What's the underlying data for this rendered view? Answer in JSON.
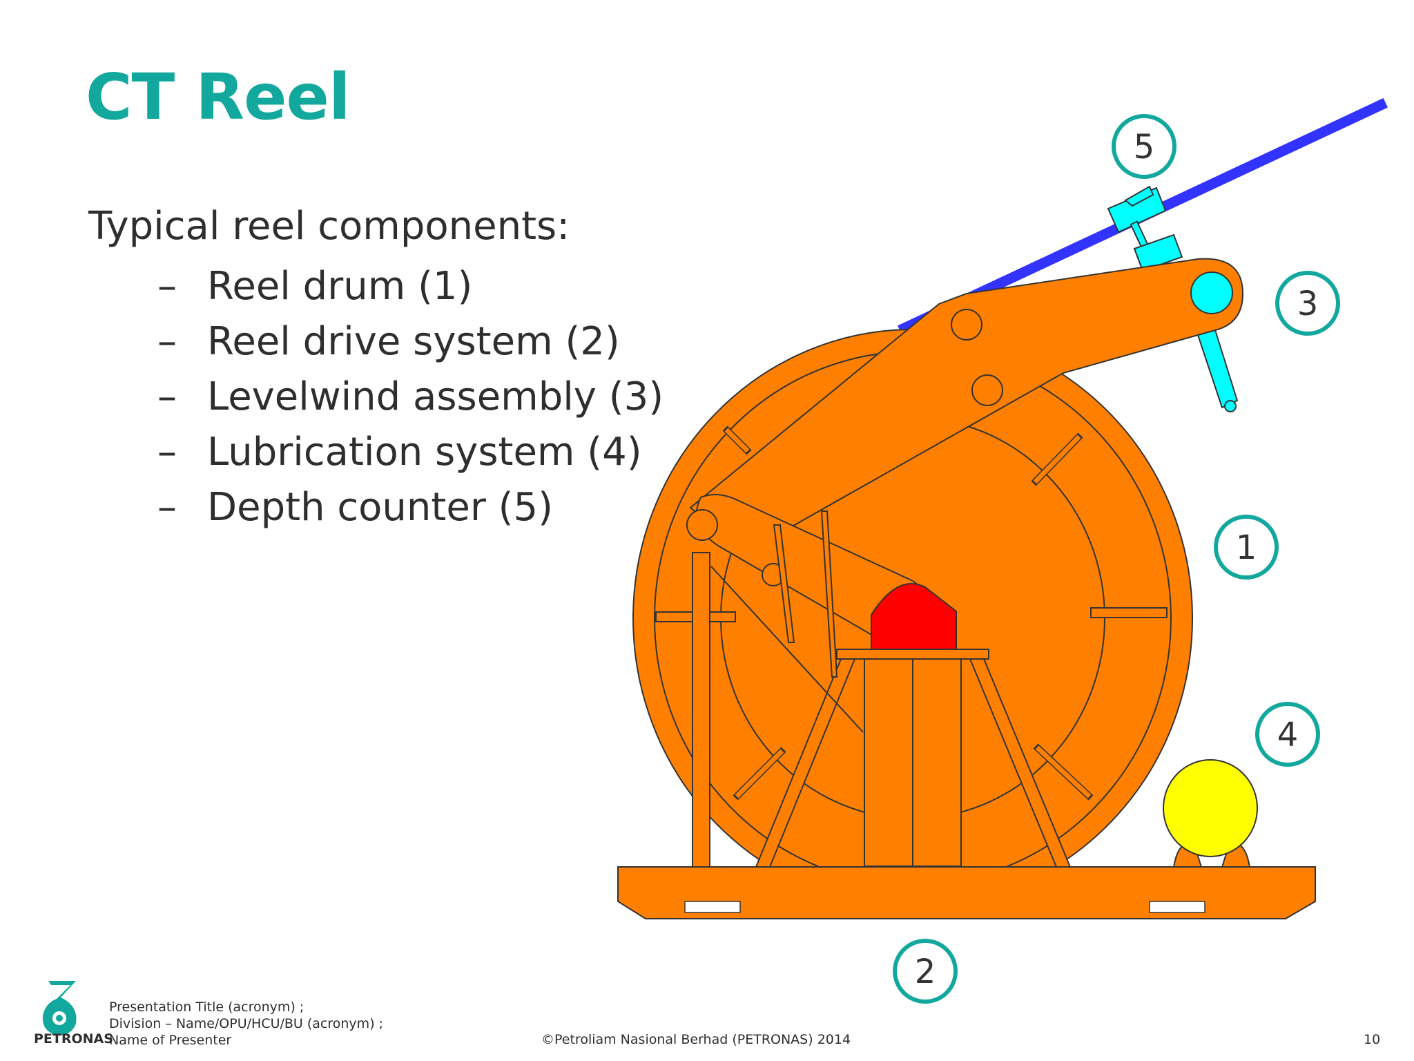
{
  "slide": {
    "title": "CT Reel",
    "intro": "Typical reel components:",
    "bullet_dash": "–",
    "bullets": [
      "Reel drum (1)",
      "Reel drive system (2)",
      "Levelwind assembly (3)",
      "Lubrication system (4)",
      "Depth counter (5)"
    ],
    "callouts": [
      "1",
      "2",
      "3",
      "4",
      "5"
    ]
  },
  "footer": {
    "logo_text": "PETRONAS",
    "presentation_line1": "Presentation Title (acronym) ;",
    "presentation_line2": "Division – Name/OPU/HCU/BU (acronym) ;",
    "presentation_line3": "Name of Presenter",
    "copyright": "©Petroliam Nasional Berhad (PETRONAS) 2014",
    "page_number": "10"
  },
  "colors": {
    "title": "#13a89e",
    "callout_ring": "#13a89e",
    "reel_body": "#ff8000",
    "drive_block": "#ff0000",
    "levelwind": "#00ffff",
    "tubing": "#3333ff",
    "lubrication_tank": "#ffff00"
  },
  "icons": {
    "logo": "petronas-logo-icon"
  }
}
